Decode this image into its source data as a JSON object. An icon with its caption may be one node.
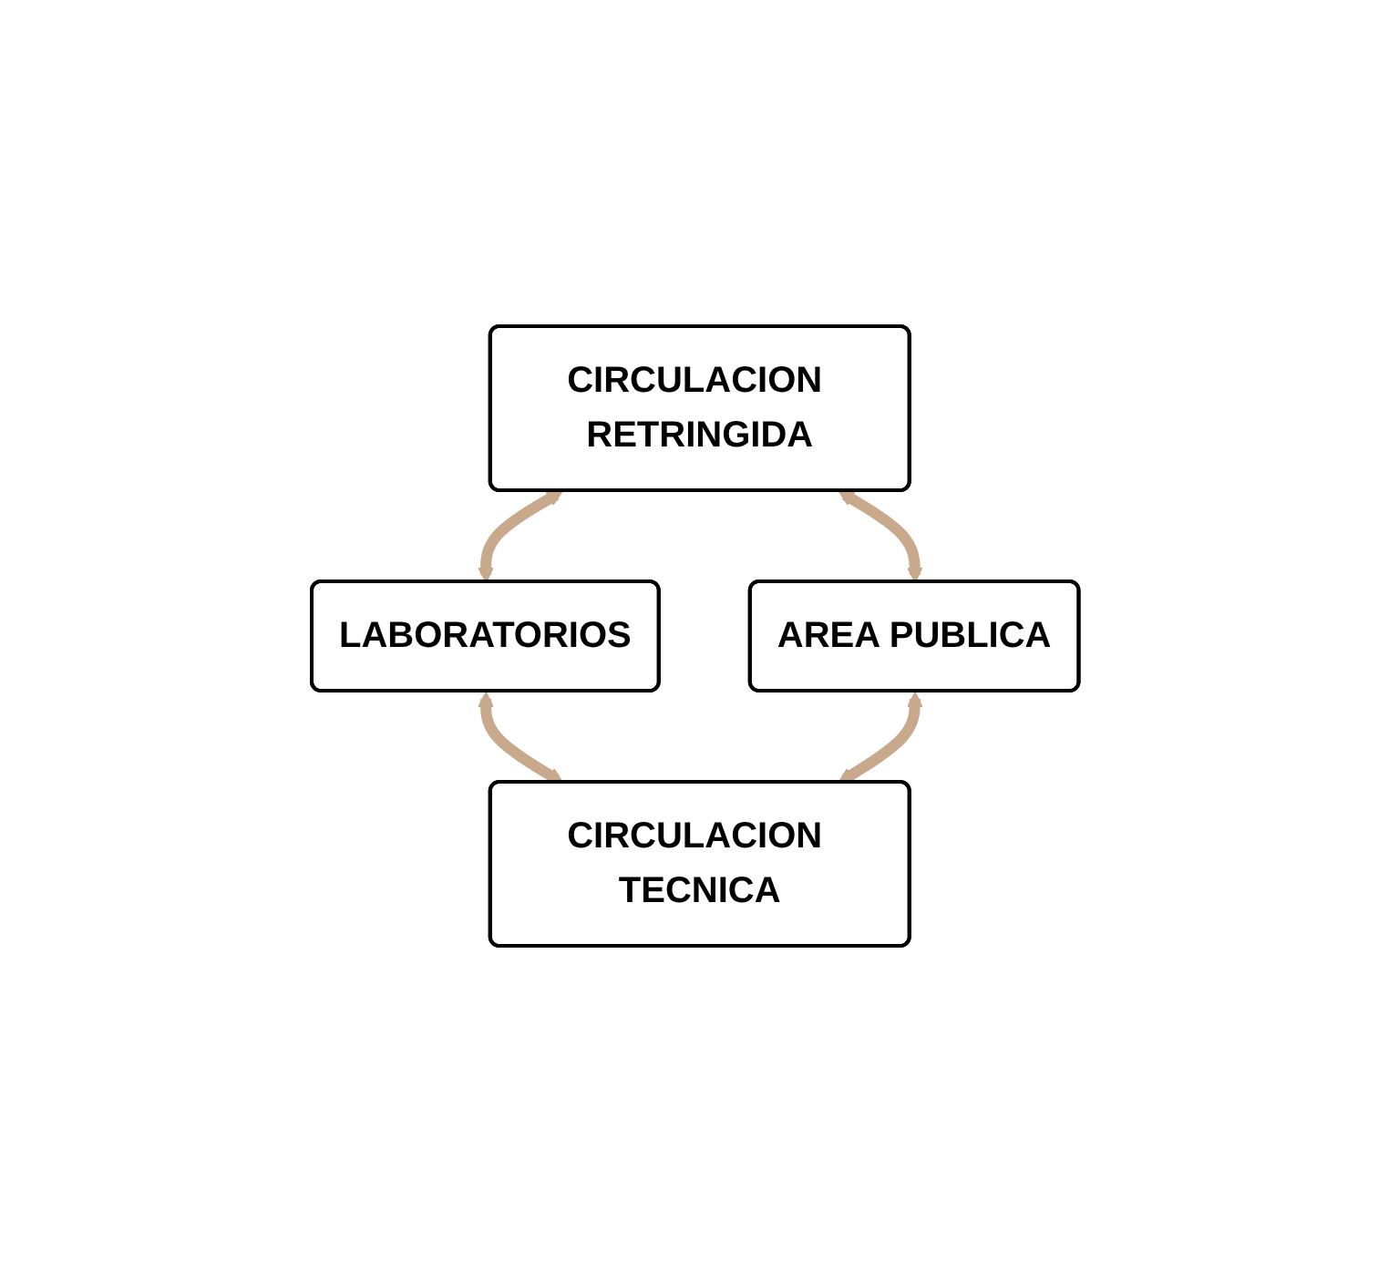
{
  "diagram": {
    "nodes": [
      {
        "text": [
          "CIRCULACION RETRINGIDA"
        ]
      },
      {
        "text": [
          "AREA PUBLICA"
        ]
      },
      {
        "text": [
          "LABORATORIOS"
        ]
      },
      {
        "text": [
          "CIRCULACION TECNICA"
        ]
      }
    ],
    "edges": [
      {
        "from": 0,
        "to": 1,
        "arrow": "both"
      },
      {
        "from": 0,
        "to": 2,
        "arrow": "both"
      },
      {
        "from": 2,
        "to": 3,
        "arrow": "both"
      },
      {
        "from": 1,
        "to": 3,
        "arrow": "both"
      }
    ]
  }
}
